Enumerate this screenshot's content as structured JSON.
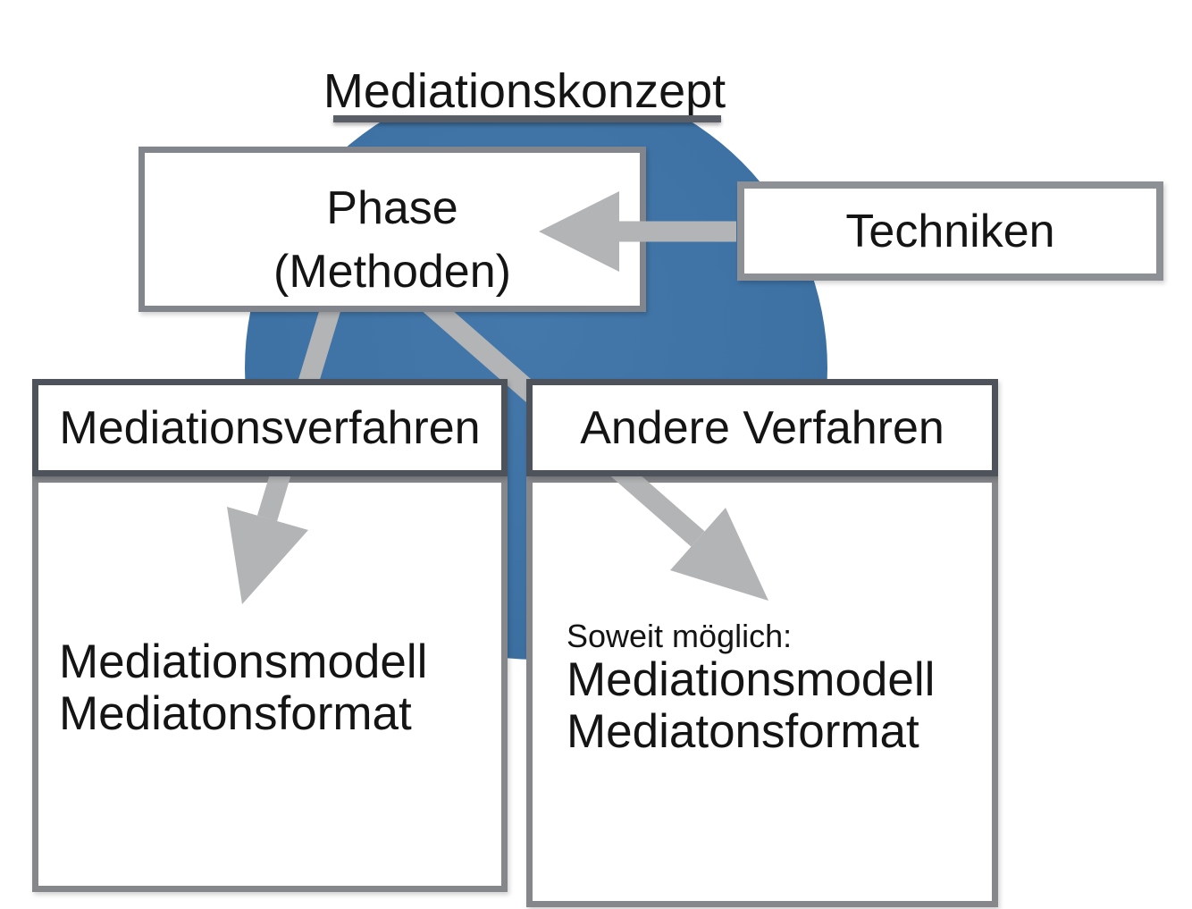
{
  "slide": {
    "title": "Mediationskonzept",
    "phase_box": {
      "line1": "Phase",
      "line2": "(Methoden)"
    },
    "techniken_box": {
      "label": "Techniken"
    },
    "mediationsverfahren_box": {
      "header": "Mediationsverfahren",
      "body_line1": "Mediationsmodell",
      "body_line2": "Mediatonsformat"
    },
    "andere_verfahren_box": {
      "header": "Andere Verfahren",
      "note": "Soweit möglich:",
      "body_line1": "Mediationsmodell",
      "body_line2": "Mediatonsformat"
    },
    "colors": {
      "circle_blue": "#3e72a4",
      "arrow_gray": "#b2b4b6",
      "header_border": "#4e525a",
      "body_border": "#85878b",
      "phase_border": "#82858b",
      "underline": "#5a5e66"
    }
  }
}
